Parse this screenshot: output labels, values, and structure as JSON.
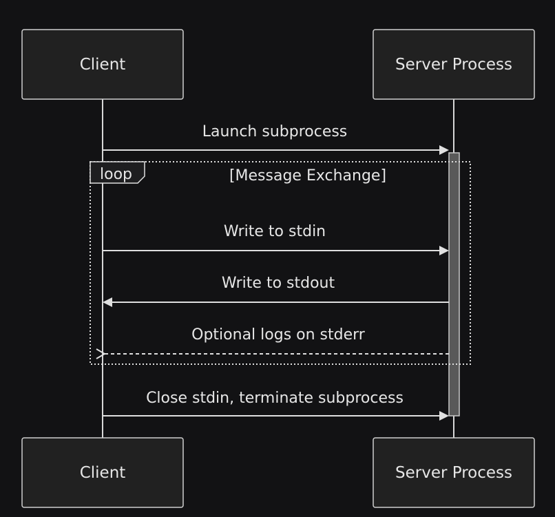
{
  "participants": {
    "client": "Client",
    "server": "Server Process"
  },
  "messages": [
    "Launch subprocess",
    "Write to stdin",
    "Write to stdout",
    "Optional logs on stderr",
    "Close stdin, terminate subprocess"
  ],
  "loop": {
    "keyword": "loop",
    "condition": "[Message Exchange]"
  }
}
